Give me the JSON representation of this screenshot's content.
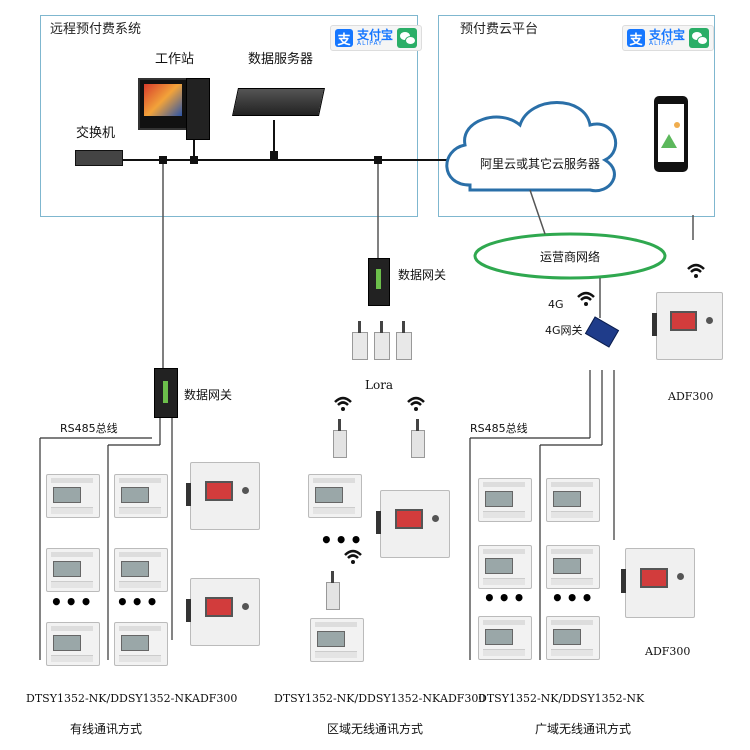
{
  "left_panel": {
    "title": "远程预付费系统"
  },
  "right_panel": {
    "title": "预付费云平台"
  },
  "payment": {
    "alipay_cn": "支付宝",
    "alipay_en": "ALIPAY"
  },
  "devices": {
    "workstation": "工作站",
    "data_server": "数据服务器",
    "switch": "交换机",
    "cloud": "阿里云或其它云服务器",
    "carrier_network": "运营商网络",
    "gateway_wired": "数据网关",
    "gateway_lora": "数据网关",
    "lora": "Lora",
    "gateway_4g_a": "4G",
    "gateway_4g_b": "4G网关",
    "adf300_cloud": "ADF300",
    "adf300_wan": "ADF300"
  },
  "buses": {
    "rs485_left": "RS485总线",
    "rs485_right": "RS485总线"
  },
  "captions": {
    "wired_models": "DTSY1352-NK/DDSY1352-NK",
    "wired_adf": "ADF300",
    "wired_mode": "有线通讯方式",
    "lora_models": "DTSY1352-NK/DDSY1352-NK",
    "lora_adf": "ADF300",
    "lora_mode": "区域无线通讯方式",
    "wan_models": "DTSY1352-NK/DDSY1352-NK",
    "wan_mode": "广域无线通讯方式"
  },
  "colors": {
    "frame": "#7fb7cf",
    "carrier_ellipse": "#2fa84f",
    "cloud_stroke": "#2a6fa8"
  }
}
